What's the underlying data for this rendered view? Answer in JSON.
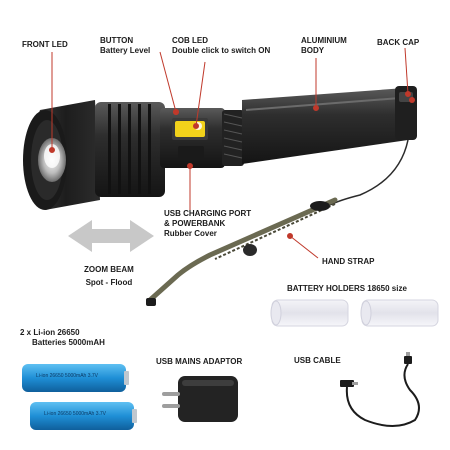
{
  "labels": {
    "front_led": "FRONT LED",
    "button_title": "BUTTON",
    "button_sub": "Battery Level",
    "cob_title": "COB LED",
    "cob_sub": "Double click to switch ON",
    "aluminium_1": "ALUMINIUM",
    "aluminium_2": "BODY",
    "back_cap": "BACK CAP",
    "usb_port_1": "USB CHARGING PORT",
    "usb_port_2": "& POWERBANK",
    "usb_port_3": "Rubber Cover",
    "hand_strap": "HAND STRAP",
    "zoom_title": "ZOOM BEAM",
    "zoom_sub": "Spot - Flood",
    "battery_holders": "BATTERY HOLDERS 18650 size",
    "batteries_1": "2 x Li-ion 26650",
    "batteries_2": "Batteries 5000mAH",
    "usb_adaptor": "USB MAINS ADAPTOR",
    "usb_cable": "USB CABLE"
  },
  "battery_text": "Li-ion 26650 5000mAh 3.7V",
  "colors": {
    "accent_red": "#c0392b",
    "body_dark": "#2b2b2b",
    "battery_blue": "#1f8fd6",
    "cob_yellow": "#f2d21b",
    "arrow_gray": "#c8c8c8",
    "strap_olive": "#6b6a52"
  }
}
